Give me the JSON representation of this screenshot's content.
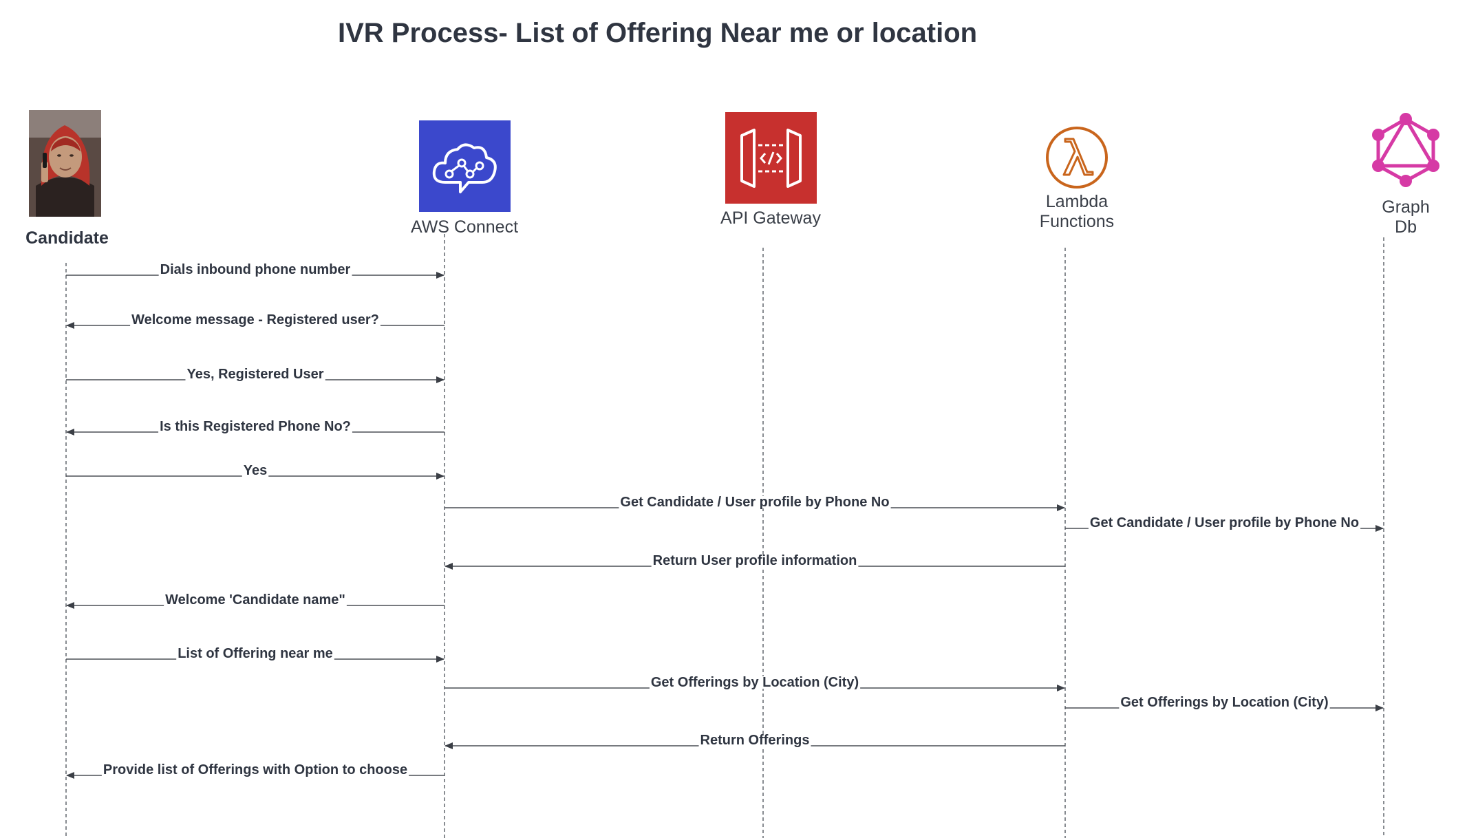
{
  "title": "IVR Process- List of Offering Near me or location",
  "actors": [
    {
      "id": "candidate",
      "label": "Candidate",
      "icon": "person-photo-icon"
    },
    {
      "id": "connect",
      "label": "AWS Connect",
      "icon": "aws-connect-icon",
      "color": "#3b48cc"
    },
    {
      "id": "gateway",
      "label": "API Gateway",
      "icon": "api-gateway-icon",
      "color": "#c7302e"
    },
    {
      "id": "lambda",
      "label": "Lambda\nFunctions",
      "icon": "lambda-icon",
      "color": "#c9651c"
    },
    {
      "id": "graph",
      "label": "Graph\nDb",
      "icon": "graphql-icon",
      "color": "#d63aa5"
    }
  ],
  "messages": [
    {
      "from": "candidate",
      "to": "connect",
      "label": "Dials inbound phone number"
    },
    {
      "from": "connect",
      "to": "candidate",
      "label": "Welcome message - Registered user?"
    },
    {
      "from": "candidate",
      "to": "connect",
      "label": "Yes, Registered User"
    },
    {
      "from": "connect",
      "to": "candidate",
      "label": "Is this Registered Phone No?"
    },
    {
      "from": "candidate",
      "to": "connect",
      "label": "Yes"
    },
    {
      "from": "connect",
      "to": "lambda",
      "label": "Get Candidate / User profile by Phone No"
    },
    {
      "from": "lambda",
      "to": "graph",
      "label": "Get Candidate / User profile by Phone No"
    },
    {
      "from": "lambda",
      "to": "connect",
      "label": "Return User profile information"
    },
    {
      "from": "connect",
      "to": "candidate",
      "label": "Welcome 'Candidate name\""
    },
    {
      "from": "candidate",
      "to": "connect",
      "label": "List of Offering near me"
    },
    {
      "from": "connect",
      "to": "lambda",
      "label": "Get Offerings by Location (City)"
    },
    {
      "from": "lambda",
      "to": "graph",
      "label": "Get Offerings by Location (City)"
    },
    {
      "from": "lambda",
      "to": "connect",
      "label": "Return Offerings"
    },
    {
      "from": "connect",
      "to": "candidate",
      "label": "Provide list of Offerings with Option to choose"
    }
  ]
}
